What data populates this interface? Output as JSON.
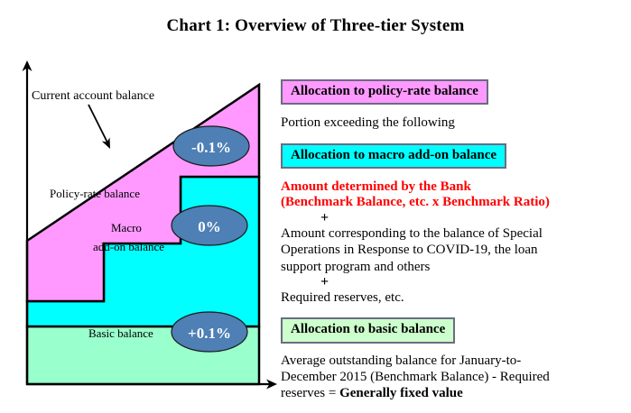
{
  "title": "Chart 1: Overview of Three-tier System",
  "chart_data": {
    "type": "area",
    "title": "Overview of Three-tier System",
    "xlabel": "",
    "ylabel": "",
    "axis_arrow_labels": {
      "y_axis": "vertical-arrow",
      "x_axis": "horizontal-arrow"
    },
    "annotation": "Current account balance",
    "tiers": [
      {
        "name": "Policy-rate balance",
        "color": "#FF99FF",
        "rate_label": "-0.1%",
        "shape": "stepped-wedge-top",
        "description": "Top tier, sloping upward, stepped down on the right side"
      },
      {
        "name": "Macro add-on balance",
        "color": "#00FFFF",
        "rate_label": "0%",
        "shape": "stepped-band",
        "description": "Middle tier, thin on the left, thicker on the right"
      },
      {
        "name": "Basic balance",
        "color": "#99FFCC",
        "rate_label": "+0.1%",
        "shape": "rectangle",
        "description": "Bottom tier, constant height"
      }
    ],
    "bubble_color": "#4E7FB5",
    "bubble_text_color": "#FFFFFF"
  },
  "chart_labels": {
    "current_account_balance": "Current account balance",
    "policy_rate_balance": "Policy-rate balance",
    "macro_line1": "Macro",
    "macro_line2": "add-on  balance",
    "basic_balance": "Basic balance",
    "rate_policy": "-0.1%",
    "rate_macro": "0%",
    "rate_basic": "+0.1%"
  },
  "right_panel": {
    "policy_box": "Allocation to policy-rate balance",
    "policy_note": "Portion exceeding the following",
    "macro_box": "Allocation to macro add-on balance",
    "macro_red_line1": "Amount determined by the Bank",
    "macro_red_line2": "(Benchmark Balance, etc. x Benchmark Ratio)",
    "plus_1": "+",
    "macro_body_line1": "Amount corresponding to the balance of Special",
    "macro_body_line2": "Operations in Response to COVID-19, the loan",
    "macro_body_line3": "support program and others",
    "plus_2": "+",
    "macro_body_line4": "Required reserves, etc.",
    "basic_box": "Allocation to basic balance",
    "basic_body_line1": "Average outstanding balance for January-to-",
    "basic_body_line2": "December 2015 (Benchmark Balance) - Required",
    "basic_body_line3_prefix": "reserves = ",
    "basic_body_line3_bold": "Generally fixed value"
  },
  "colors": {
    "pink": "#FF99FF",
    "cyan": "#00FFFF",
    "green_chart": "#99FFCC",
    "green_legend": "#CCFFCC",
    "bubble": "#4E7FB5",
    "red": "#FF0000",
    "border_gray": "#6B6B82",
    "outline": "#000000"
  }
}
